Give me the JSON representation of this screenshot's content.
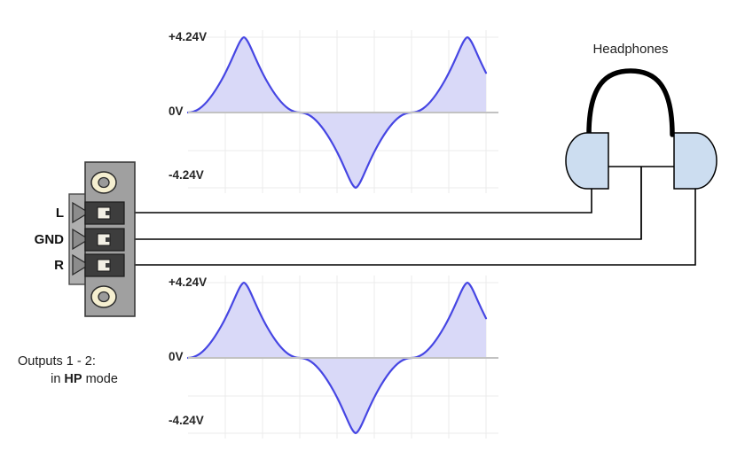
{
  "diagram": {
    "title_caption_line1": "Outputs 1 - 2:",
    "caption_line2_pre": "in ",
    "caption_line2_bold": "HP",
    "caption_line2_post": " mode",
    "headphones_label": "Headphones",
    "colors": {
      "wave_stroke": "#4040E0",
      "wave_fill": "#D7D7F7",
      "gridline": "#E8E8E8",
      "axis_line": "#BFBFBF",
      "wire": "#000000",
      "connector_plate": "#A6A6A6",
      "connector_body": "#999999",
      "terminal_block": "#3F3F3F",
      "terminal_contact": "#F2EFE4",
      "screw_ring": "#F5EFD0",
      "screw_hole": "#9A9A9A",
      "earcup_fill": "#CCDDF0",
      "earcup_stroke": "#000000",
      "headband": "#000000"
    }
  },
  "terminals": [
    {
      "label": "L",
      "name": "terminal-left"
    },
    {
      "label": "GND",
      "name": "terminal-ground"
    },
    {
      "label": "R",
      "name": "terminal-right"
    }
  ],
  "chart_data": [
    {
      "type": "line",
      "name": "output-1-waveform",
      "title": "",
      "xlabel": "",
      "ylabel": "",
      "waveform": "sine",
      "cycles": 2,
      "amplitude": 4.24,
      "units": "V",
      "ylim": [
        -4.24,
        4.24
      ],
      "yticks": [
        4.24,
        0,
        -4.24
      ],
      "ytick_labels": [
        "+4.24V",
        "0V",
        "-4.24V"
      ],
      "grid": true,
      "filled": true,
      "legend": "none",
      "x": [
        0,
        0.125,
        0.25,
        0.375,
        0.5,
        0.625,
        0.75,
        0.875,
        1.0,
        1.125,
        1.25,
        1.375,
        1.5,
        1.625,
        1.75,
        1.875,
        2.0
      ],
      "values": [
        0,
        3.0,
        4.24,
        3.0,
        0,
        -3.0,
        -4.24,
        -3.0,
        0,
        3.0,
        4.24,
        3.0,
        0,
        -3.0,
        -4.24,
        -3.0,
        0
      ]
    },
    {
      "type": "line",
      "name": "output-2-waveform",
      "title": "",
      "xlabel": "",
      "ylabel": "",
      "waveform": "sine",
      "cycles": 2,
      "amplitude": 4.24,
      "units": "V",
      "ylim": [
        -4.24,
        4.24
      ],
      "yticks": [
        4.24,
        0,
        -4.24
      ],
      "ytick_labels": [
        "+4.24V",
        "0V",
        "-4.24V"
      ],
      "grid": true,
      "filled": true,
      "legend": "none",
      "x": [
        0,
        0.125,
        0.25,
        0.375,
        0.5,
        0.625,
        0.75,
        0.875,
        1.0,
        1.125,
        1.25,
        1.375,
        1.5,
        1.625,
        1.75,
        1.875,
        2.0
      ],
      "values": [
        0,
        3.0,
        4.24,
        3.0,
        0,
        -3.0,
        -4.24,
        -3.0,
        0,
        3.0,
        4.24,
        3.0,
        0,
        -3.0,
        -4.24,
        -3.0,
        0
      ]
    }
  ],
  "charts": {
    "top": {
      "ytick_plus": "+4.24V",
      "ytick_zero": "0V",
      "ytick_minus": "-4.24V"
    },
    "bottom": {
      "ytick_plus": "+4.24V",
      "ytick_zero": "0V",
      "ytick_minus": "-4.24V"
    }
  }
}
